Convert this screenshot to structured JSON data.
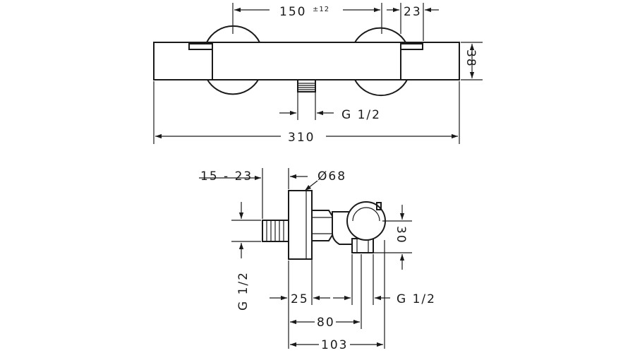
{
  "top_view": {
    "dim_width_center": "150",
    "dim_width_center_tol": "±12",
    "dim_offset": "23",
    "dim_height": "38",
    "dim_outlet": "G 1/2",
    "dim_total": "310"
  },
  "side_view": {
    "dim_adjust": "15 - 23",
    "dim_diameter": "Ø68",
    "dim_connection": "G 1/2",
    "dim_depth_1": "25",
    "dim_outlet_height": "30",
    "dim_outlet": "G 1/2",
    "dim_depth_2": "80",
    "dim_depth_3": "103"
  },
  "colors": {
    "line": "#1a1a1a",
    "background": "#ffffff"
  }
}
